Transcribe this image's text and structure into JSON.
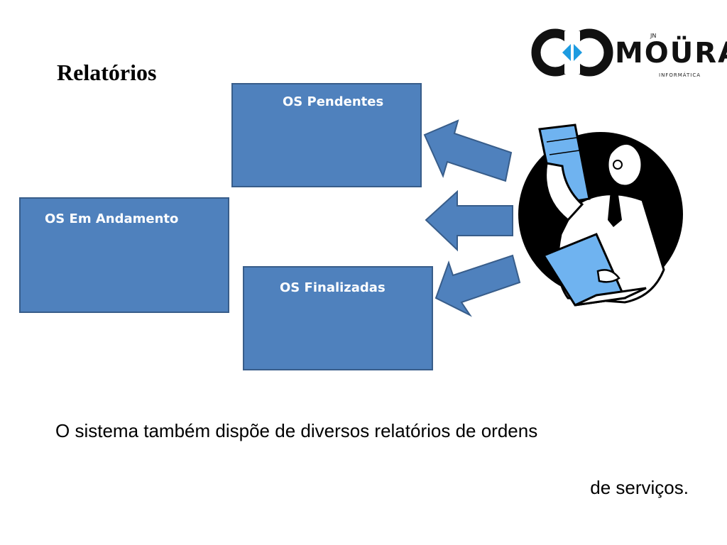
{
  "slide": {
    "title": "Relatórios",
    "body_line1": "O sistema também dispõe de diversos relatórios de ordens",
    "body_line2": "de serviços."
  },
  "diagram": {
    "boxes": [
      {
        "label": "OS Pendentes"
      },
      {
        "label": "OS Em Andamento"
      },
      {
        "label": "OS Finalizadas"
      }
    ]
  },
  "logo": {
    "word": "MOÜRA",
    "superscript": "JN",
    "subtitle": "INFORMÁTICA"
  },
  "colors": {
    "box_fill": "#4f81bd",
    "box_border": "#385d8a",
    "arrow_fill": "#4f81bd",
    "logo_blue": "#1d9be0",
    "clipart_blue": "#6fb3f0"
  },
  "icons": {
    "logo": "jn-moura-logo-icon",
    "clipart": "doctor-reading-report-icon"
  }
}
